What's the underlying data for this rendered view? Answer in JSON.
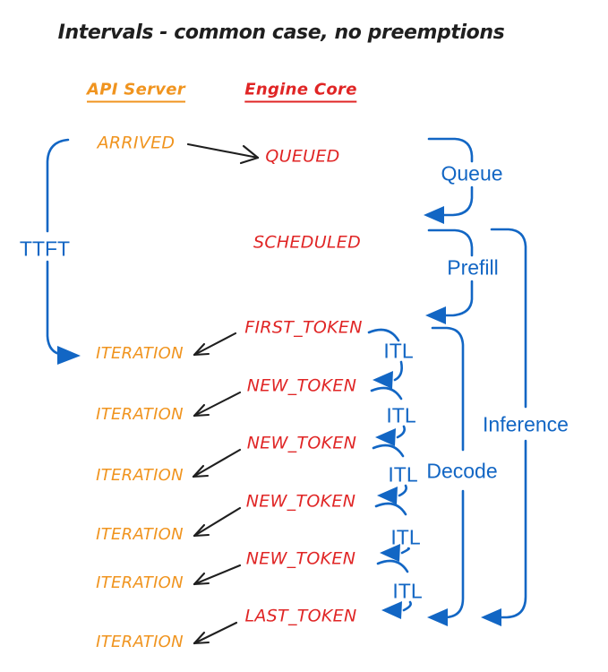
{
  "title": "Intervals - common case, no preemptions",
  "columns": {
    "api_server": "API Server",
    "engine_core": "Engine Core"
  },
  "events": {
    "arrived": "ARRIVED",
    "queued": "QUEUED",
    "scheduled": "SCHEDULED",
    "tokens": [
      "FIRST_TOKEN",
      "NEW_TOKEN",
      "NEW_TOKEN",
      "NEW_TOKEN",
      "NEW_TOKEN",
      "LAST_TOKEN"
    ],
    "iterations": [
      "ITERATION",
      "ITERATION",
      "ITERATION",
      "ITERATION",
      "ITERATION",
      "ITERATION"
    ]
  },
  "intervals": {
    "ttft": "TTFT",
    "queue": "Queue",
    "prefill": "Prefill",
    "itl": [
      "ITL",
      "ITL",
      "ITL",
      "ITL",
      "ITL"
    ],
    "decode": "Decode",
    "inference": "Inference"
  },
  "colors": {
    "api_server_orange": "#f0941f",
    "engine_core_red": "#e02525",
    "interval_blue": "#1266c4",
    "ink_black": "#1f1f1f",
    "background": "#ffffff"
  }
}
